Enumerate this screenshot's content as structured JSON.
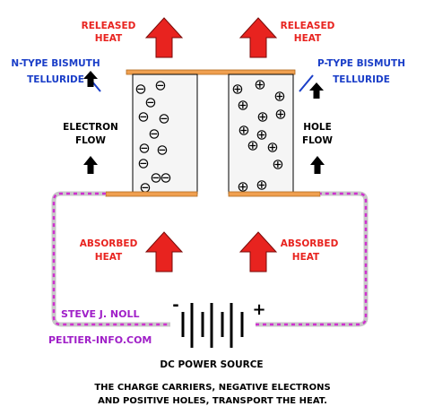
{
  "labels": {
    "released_heat_left": [
      "RELEASED",
      "HEAT"
    ],
    "released_heat_right": [
      "RELEASED",
      "HEAT"
    ],
    "n_type": [
      "N-TYPE BISMUTH",
      "TELLURIDE"
    ],
    "p_type": [
      "P-TYPE BISMUTH",
      "TELLURIDE"
    ],
    "electron_flow": [
      "ELECTRON",
      "FLOW"
    ],
    "hole_flow": [
      "HOLE",
      "FLOW"
    ],
    "absorbed_heat_left": [
      "ABSORBED",
      "HEAT"
    ],
    "absorbed_heat_right": [
      "ABSORBED",
      "HEAT"
    ],
    "author": "STEVE J. NOLL",
    "website": "PELTIER-INFO.COM",
    "power_source": "DC POWER SOURCE",
    "minus_sign": "-",
    "plus_sign": "+",
    "caption": [
      "THE CHARGE CARRIERS, NEGATIVE ELECTRONS",
      "AND POSITIVE HOLES, TRANSPORT THE HEAT."
    ]
  },
  "carriers": {
    "electron_symbol": "⊖",
    "hole_symbol": "⊕"
  },
  "colors": {
    "heat_arrow": "#e8231f",
    "conductor": "#f0a050",
    "material_label": "#1a3ec8",
    "absorbed_label": "#e8231f",
    "author": "#a020c8",
    "wire_dash": "#d030d0",
    "wire_outline": "#c8c8c8"
  }
}
